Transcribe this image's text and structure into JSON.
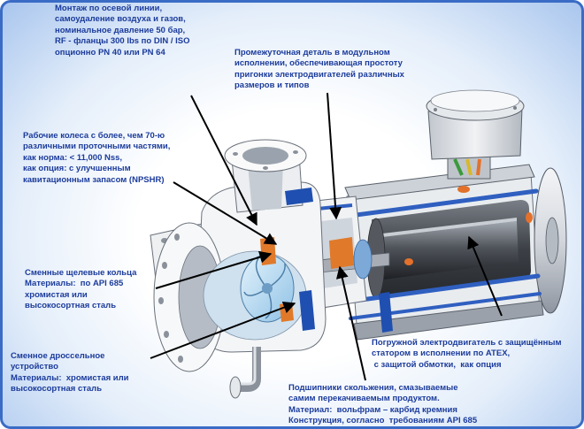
{
  "annotations": {
    "mounting": "Монтаж по осевой линии,\nсамоудаление воздуха и газов,\nноминальное давление 50 бар,\nRF - фланцы 300 lbs по DIN / ISO\nопционно PN 40 или PN 64",
    "intermediate_piece": "Промежуточная деталь в модульном\nисполнении, обеспечивающая простоту\nпригонки электродвигателей различных\nразмеров и типов",
    "impellers": "Рабочие колеса с более, чем 70-ю\nразличными проточными частями,\nкак норма: < 11,000 Nss,\nкак опция: с улучшенным\nкавитационным запасом (NPSHR)",
    "wear_rings": "Сменные щелевые кольца\nМатериалы:  по API 685\nхромистая или\nвысокосортная сталь",
    "throttle": "Сменное дроссельное\nустройство\nМатериалы:  хромистая или\nвысокосортная сталь",
    "motor": "Погружной электродвигатель с защищённым\nстатором в исполнении по ATEX,\n с защитой обмотки,  как опция",
    "bearings": "Подшипники скольжения, смазываемые\nсамим перекачиваемым продуктом.\nМатериал:  вольфрам – карбид кремния\nКонструкция, согласно  требованиям API 685"
  },
  "colors": {
    "annotation_text": "#1b3b9b",
    "frame_border": "#3a6cc6",
    "frame_background_edge": "#a9c6ee",
    "arrow": "#000000",
    "casing": "#f4f5f7",
    "motor_shell": "#d3d7dd",
    "stator": "#3c4046",
    "impeller": "#b9dcf2",
    "wear_ring": "#e07a2a",
    "tie_rod": "#2f5fc0"
  }
}
